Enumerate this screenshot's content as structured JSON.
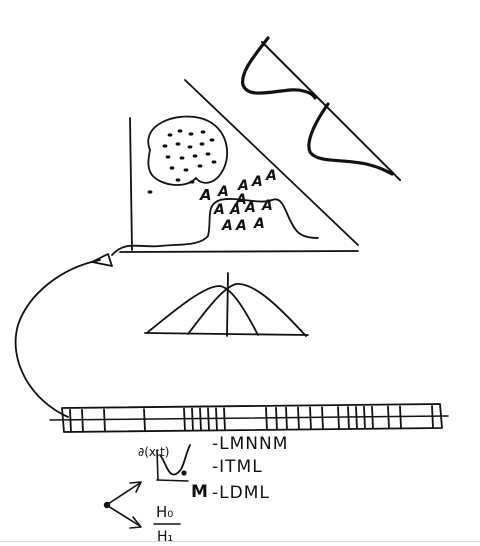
{
  "labels": {
    "item_1": "-LMNNM",
    "item_2": "-ITML",
    "item_3": "-LDML",
    "plot_ylabel": "∂(x;t)",
    "plot_marker": "M",
    "hyp_top": "H₀",
    "hyp_bottom": "H₁"
  },
  "scatter_symbol": "A"
}
